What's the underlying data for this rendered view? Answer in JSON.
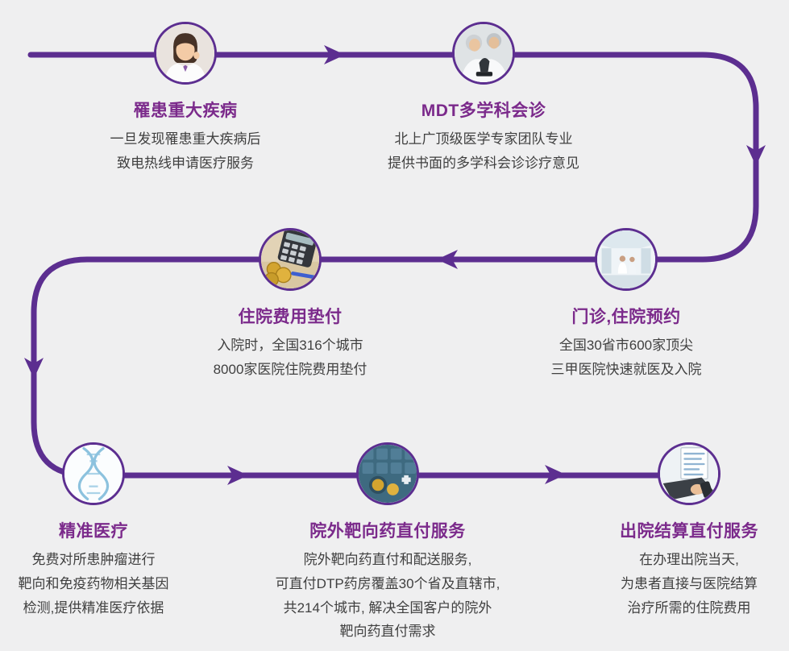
{
  "diagram": {
    "background_color": "#efeff0",
    "path_color": "#5c2e90",
    "title_color": "#7b2a8b",
    "desc_color": "#404040"
  },
  "steps": [
    {
      "title": "罹患重大疾病",
      "icon": "customer-service-agent-photo",
      "desc_lines": [
        "一旦发现罹患重大疾病后",
        "致电热线申请医疗服务"
      ]
    },
    {
      "title": "MDT多学科会诊",
      "icon": "doctors-microscope-photo",
      "desc_lines": [
        "北上广顶级医学专家团队专业",
        "提供书面的多学科会诊诊疗意见"
      ]
    },
    {
      "title": "门诊,住院预约",
      "icon": "hospital-ward-photo",
      "desc_lines": [
        "全国30省市600家顶尖",
        "三甲医院快速就医及入院"
      ]
    },
    {
      "title": "住院费用垫付",
      "icon": "calculator-coins-photo",
      "desc_lines": [
        "入院时，全国316个城市",
        "8000家医院住院费用垫付"
      ]
    },
    {
      "title": "精准医疗",
      "icon": "dna-helix-photo",
      "desc_lines": [
        "免费对所患肿瘤进行",
        "靶向和免疫药物相关基因",
        "检测,提供精准医疗依据"
      ]
    },
    {
      "title": "院外靶向药直付服务",
      "icon": "medicine-direct-pay-photo",
      "desc_lines": [
        "院外靶向药直付和配送服务,",
        "可直付DTP药房覆盖30个省及直辖市,",
        "共214个城市, 解决全国客户的院外",
        "靶向药直付需求"
      ]
    },
    {
      "title": "出院结算直付服务",
      "icon": "laptop-settlement-photo",
      "desc_lines": [
        "在办理出院当天,",
        "为患者直接与医院结算",
        "治疗所需的住院费用"
      ]
    }
  ]
}
